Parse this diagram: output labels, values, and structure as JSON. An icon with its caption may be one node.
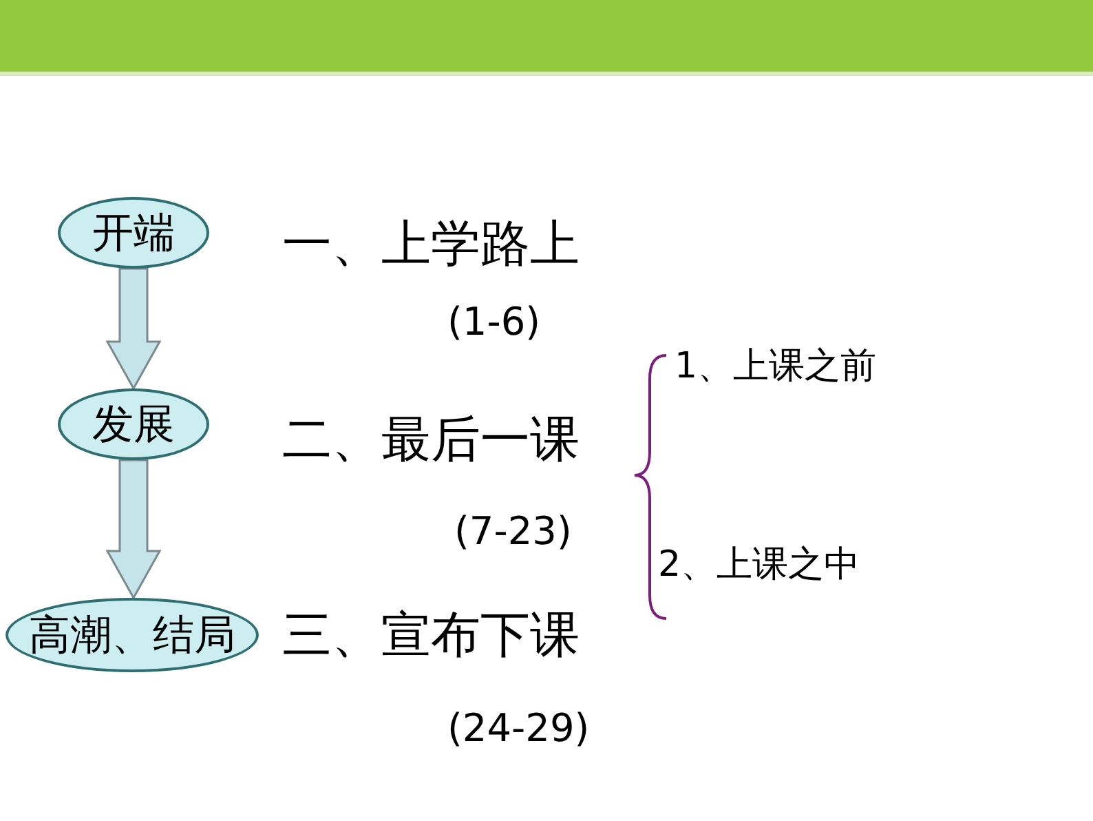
{
  "diagram": {
    "nodes": [
      {
        "text": [
          "开端"
        ]
      },
      {
        "text": [
          "发展"
        ]
      },
      {
        "text": [
          "高潮、结局"
        ]
      }
    ],
    "edges": [
      {
        "from": 0,
        "to": 1,
        "arrow": "to"
      },
      {
        "from": 1,
        "to": 2,
        "arrow": "to"
      }
    ],
    "labels": [
      "一、上学路上",
      "(1-6)",
      "二、最后一课",
      "(7-23)",
      "三、宣布下课",
      "(24-29)",
      "1、上课之前",
      "2、上课之中"
    ]
  }
}
